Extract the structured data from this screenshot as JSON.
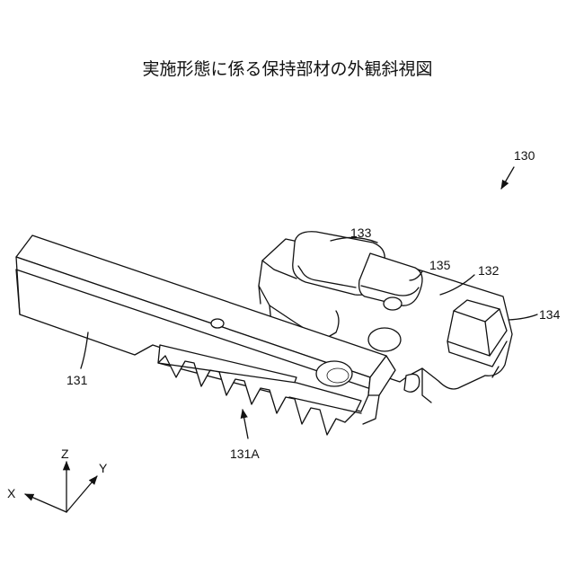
{
  "figure": {
    "title": "実施形態に係る保持部材の外観斜視図",
    "assembly_label": "130",
    "parts": [
      {
        "id": "p131",
        "label": "131"
      },
      {
        "id": "p131A",
        "label": "131A"
      },
      {
        "id": "p132",
        "label": "132"
      },
      {
        "id": "p133",
        "label": "133"
      },
      {
        "id": "p134",
        "label": "134"
      },
      {
        "id": "p135",
        "label": "135"
      }
    ],
    "axes": {
      "x": "X",
      "y": "Y",
      "z": "Z"
    }
  }
}
